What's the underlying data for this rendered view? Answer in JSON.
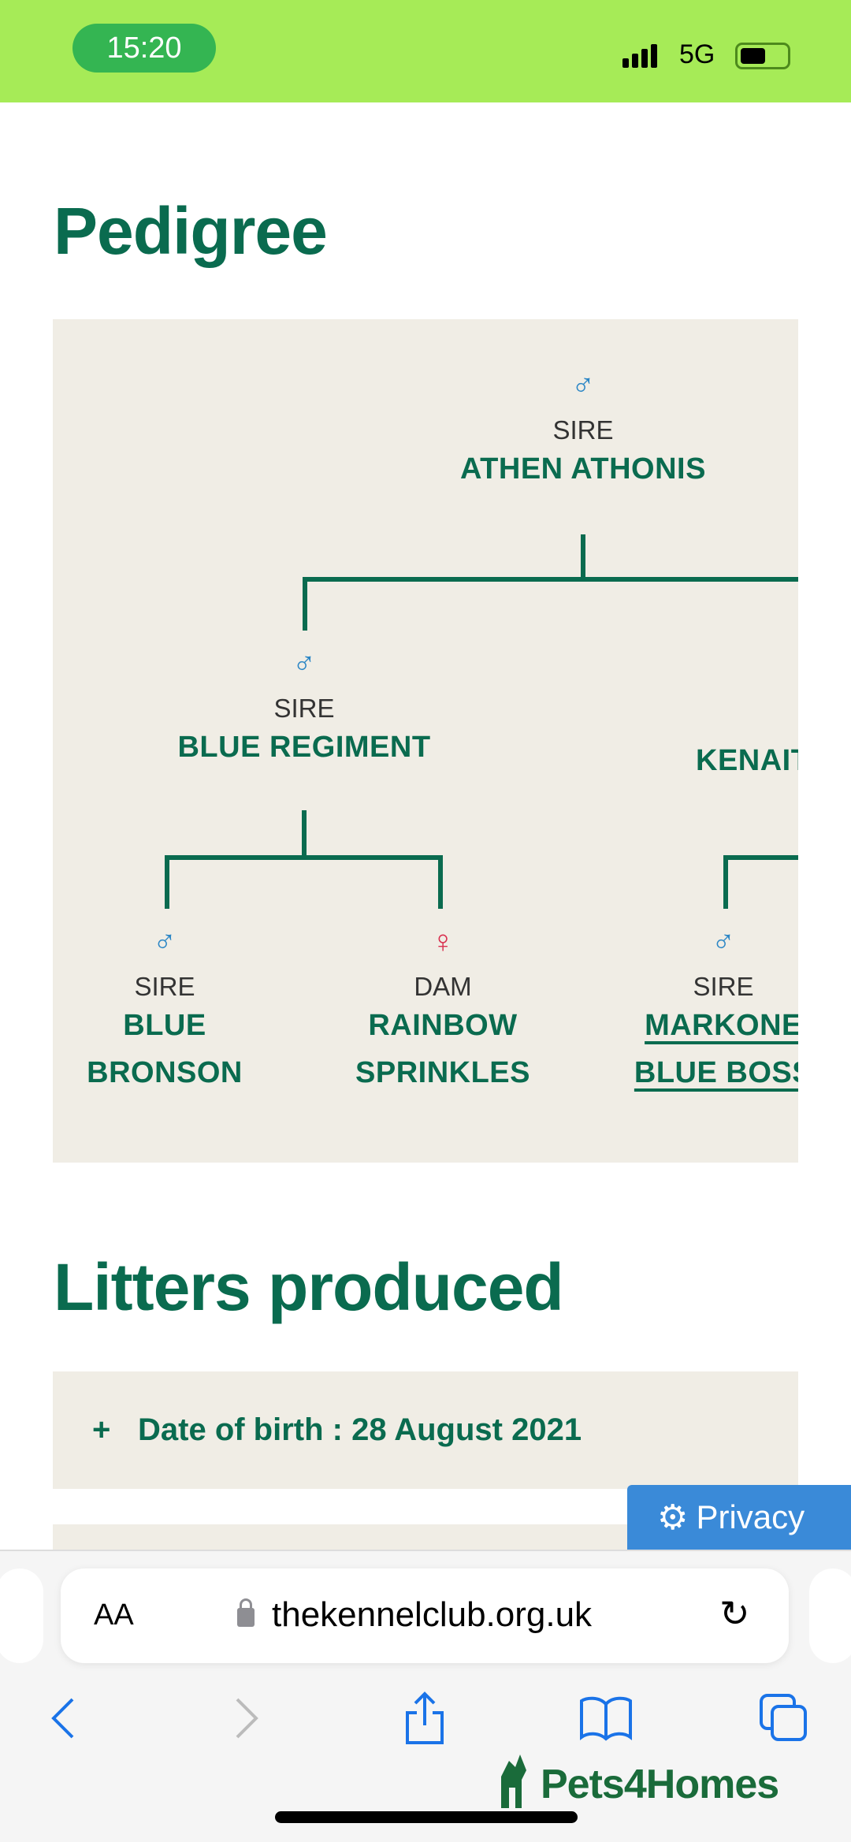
{
  "status_bar": {
    "time": "15:20",
    "network": "5G",
    "battery_level": 0.55
  },
  "page": {
    "pedigree_title": "Pedigree",
    "pedigree": {
      "root": {
        "role": "SIRE",
        "name": "ATHEN ATHONIS",
        "sex": "male"
      },
      "sire": {
        "role": "SIRE",
        "name": "BLUE REGIMENT",
        "sex": "male"
      },
      "dam_partial": {
        "name": "KENAIT"
      },
      "sire_sire": {
        "role": "SIRE",
        "name_line1": "BLUE",
        "name_line2": "BRONSON",
        "sex": "male"
      },
      "sire_dam": {
        "role": "DAM",
        "name_line1": "RAINBOW",
        "name_line2": "SPRINKLES",
        "sex": "female"
      },
      "dam_sire": {
        "role": "SIRE",
        "name_line1": "MARKONE",
        "name_line2": "BLUE BOSS",
        "sex": "male"
      }
    },
    "litters_title": "Litters produced",
    "litters": [
      {
        "toggle": "+",
        "label": "Date of birth : 28 August 2021"
      }
    ],
    "privacy_label": "Privacy"
  },
  "browser": {
    "text_size": "AA",
    "url": "thekennelclub.org.uk"
  },
  "watermark": "Pets4Homes",
  "colors": {
    "brand_green": "#0a6b4f",
    "male": "#2b86c5",
    "female": "#d9304f",
    "status_bar": "#a6eb57",
    "privacy": "#3a8ad8",
    "ios_blue": "#1a73e8"
  }
}
